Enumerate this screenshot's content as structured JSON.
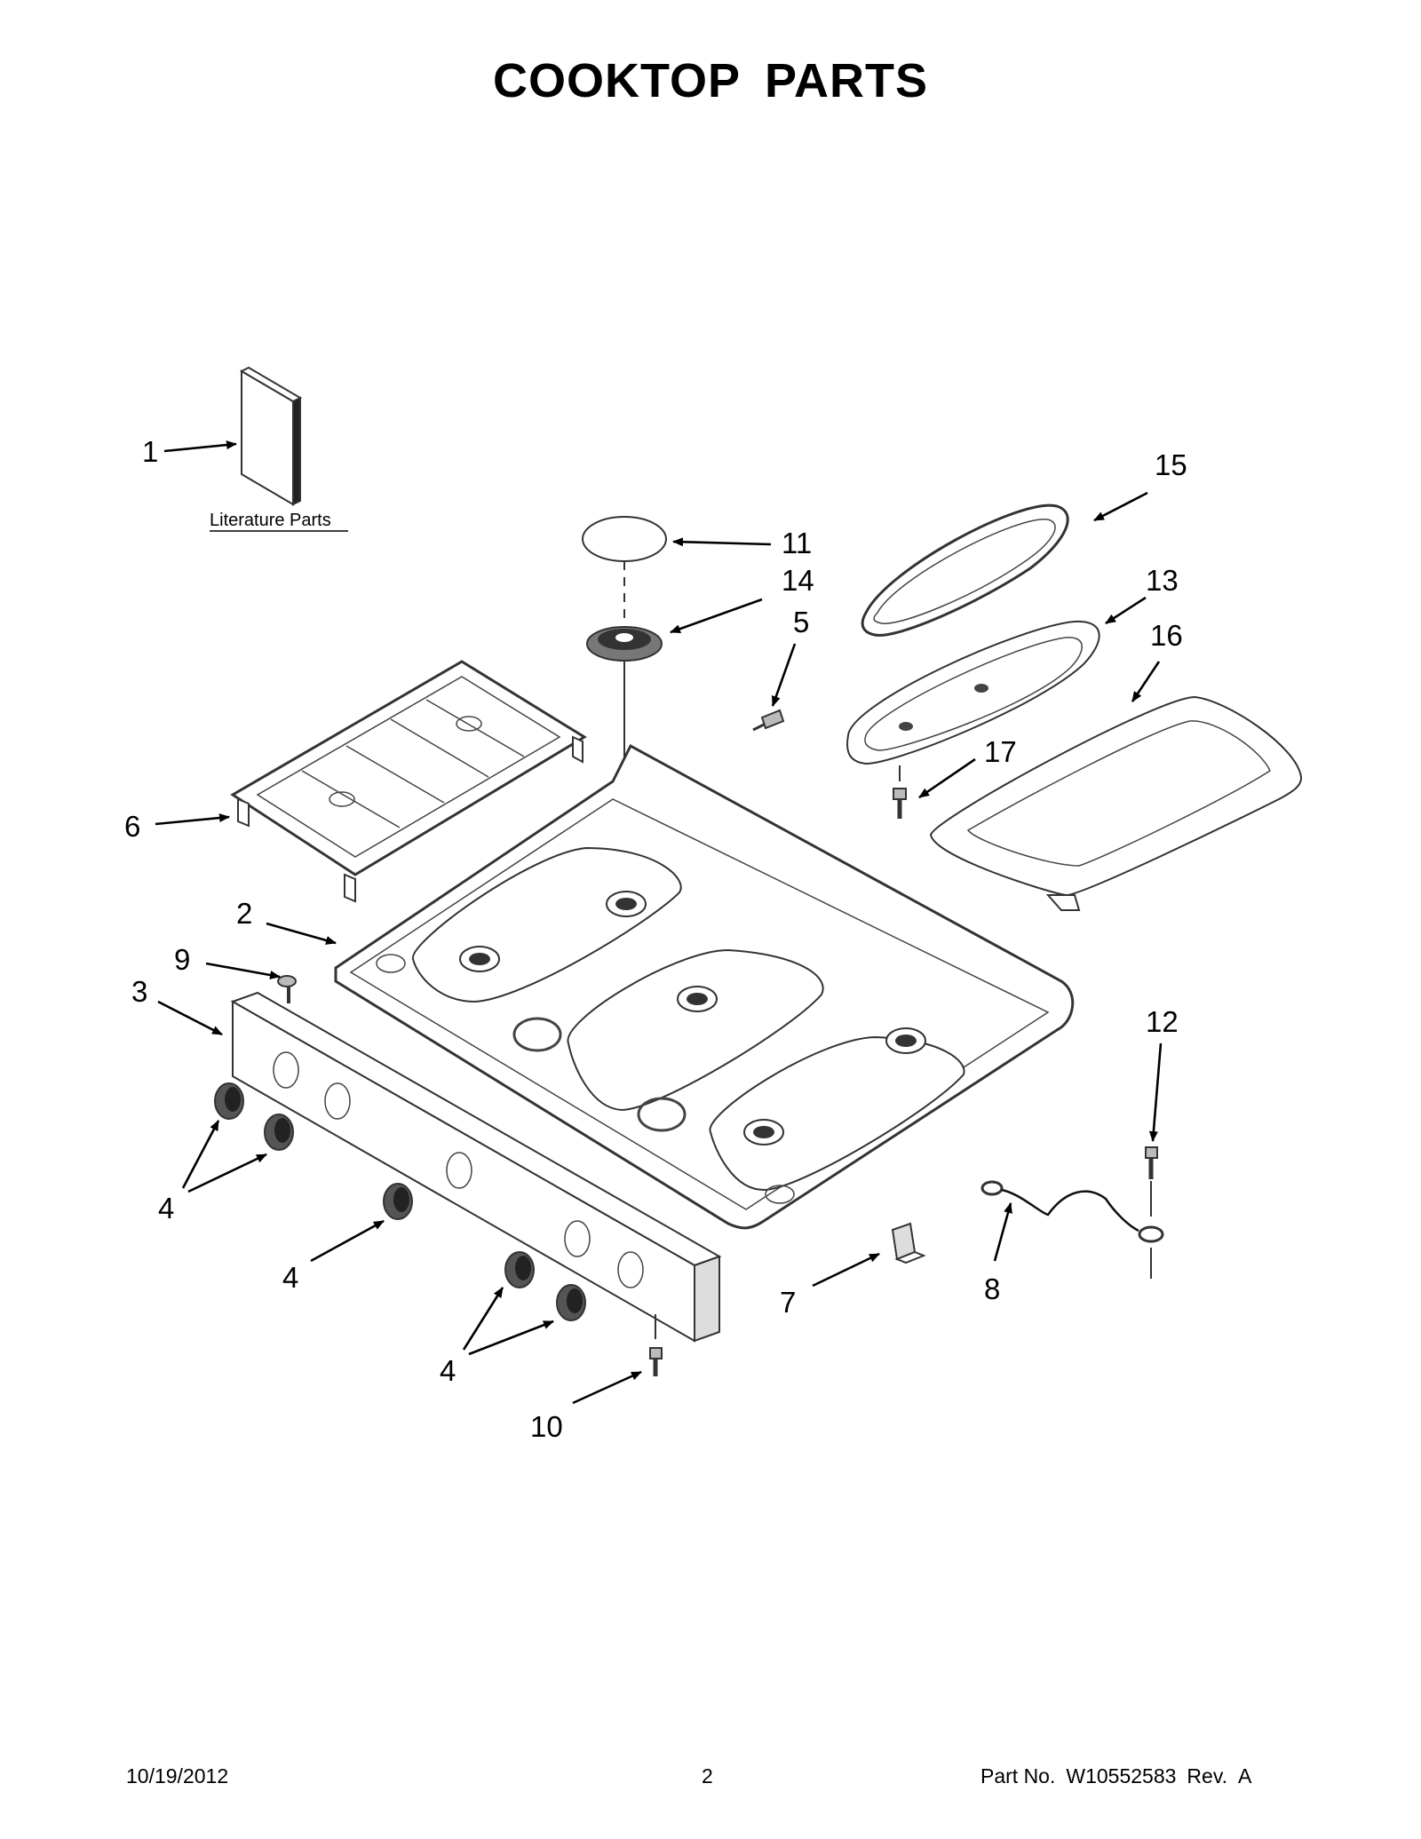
{
  "title": "COOKTOP PARTS",
  "literature_label": "Literature Parts",
  "callouts": {
    "c1": "1",
    "c2": "2",
    "c3": "3",
    "c4a": "4",
    "c4b": "4",
    "c4c": "4",
    "c5": "5",
    "c6": "6",
    "c7": "7",
    "c8": "8",
    "c9": "9",
    "c10": "10",
    "c11": "11",
    "c12": "12",
    "c13": "13",
    "c14": "14",
    "c15": "15",
    "c16": "16",
    "c17": "17"
  },
  "footer": {
    "date": "10/19/2012",
    "page": "2",
    "part_label": "Part No.",
    "part_number": "W10552583",
    "rev_label": "Rev.",
    "rev": "A"
  }
}
